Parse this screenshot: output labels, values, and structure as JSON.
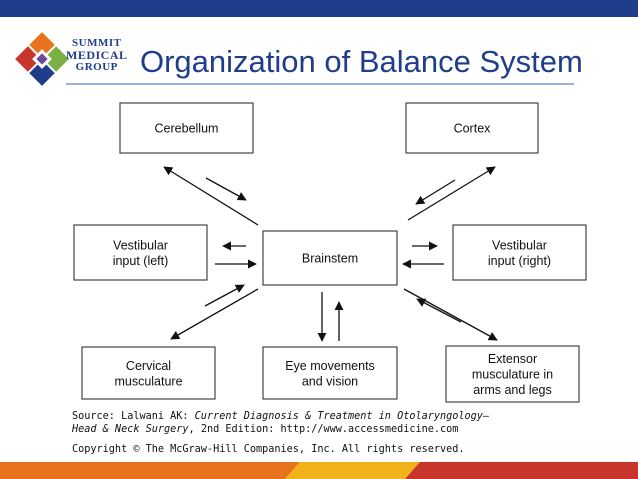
{
  "header": {
    "logo": {
      "line1": "SUMMIT",
      "line2": "MEDICAL",
      "line3": "GROUP"
    },
    "title": "Organization of Balance System"
  },
  "diagram": {
    "nodes": {
      "cerebellum": [
        "Cerebellum"
      ],
      "cortex": [
        "Cortex"
      ],
      "vestibular_left": [
        "Vestibular",
        "input (left)"
      ],
      "brainstem": [
        "Brainstem"
      ],
      "vestibular_right": [
        "Vestibular",
        "input (right)"
      ],
      "cervical": [
        "Cervical",
        "musculature"
      ],
      "eye": [
        "Eye movements",
        "and vision"
      ],
      "extensor": [
        "Extensor",
        "musculature in",
        "arms and legs"
      ]
    }
  },
  "caption": {
    "prefix": "Source: Lalwani AK: ",
    "book_a": "Current Diagnosis & Treatment in Otolaryngology—",
    "book_b": "Head & Neck Surgery",
    "suffix": ", 2nd Edition: http://www.accessmedicine.com",
    "copyright": "Copyright © The McGraw-Hill Companies, Inc. All rights reserved."
  },
  "colors": {
    "brand_blue": "#1f3d8a",
    "bar_orange": "#e8731e",
    "bar_yellow": "#f2b21b",
    "bar_red": "#c8352c"
  }
}
